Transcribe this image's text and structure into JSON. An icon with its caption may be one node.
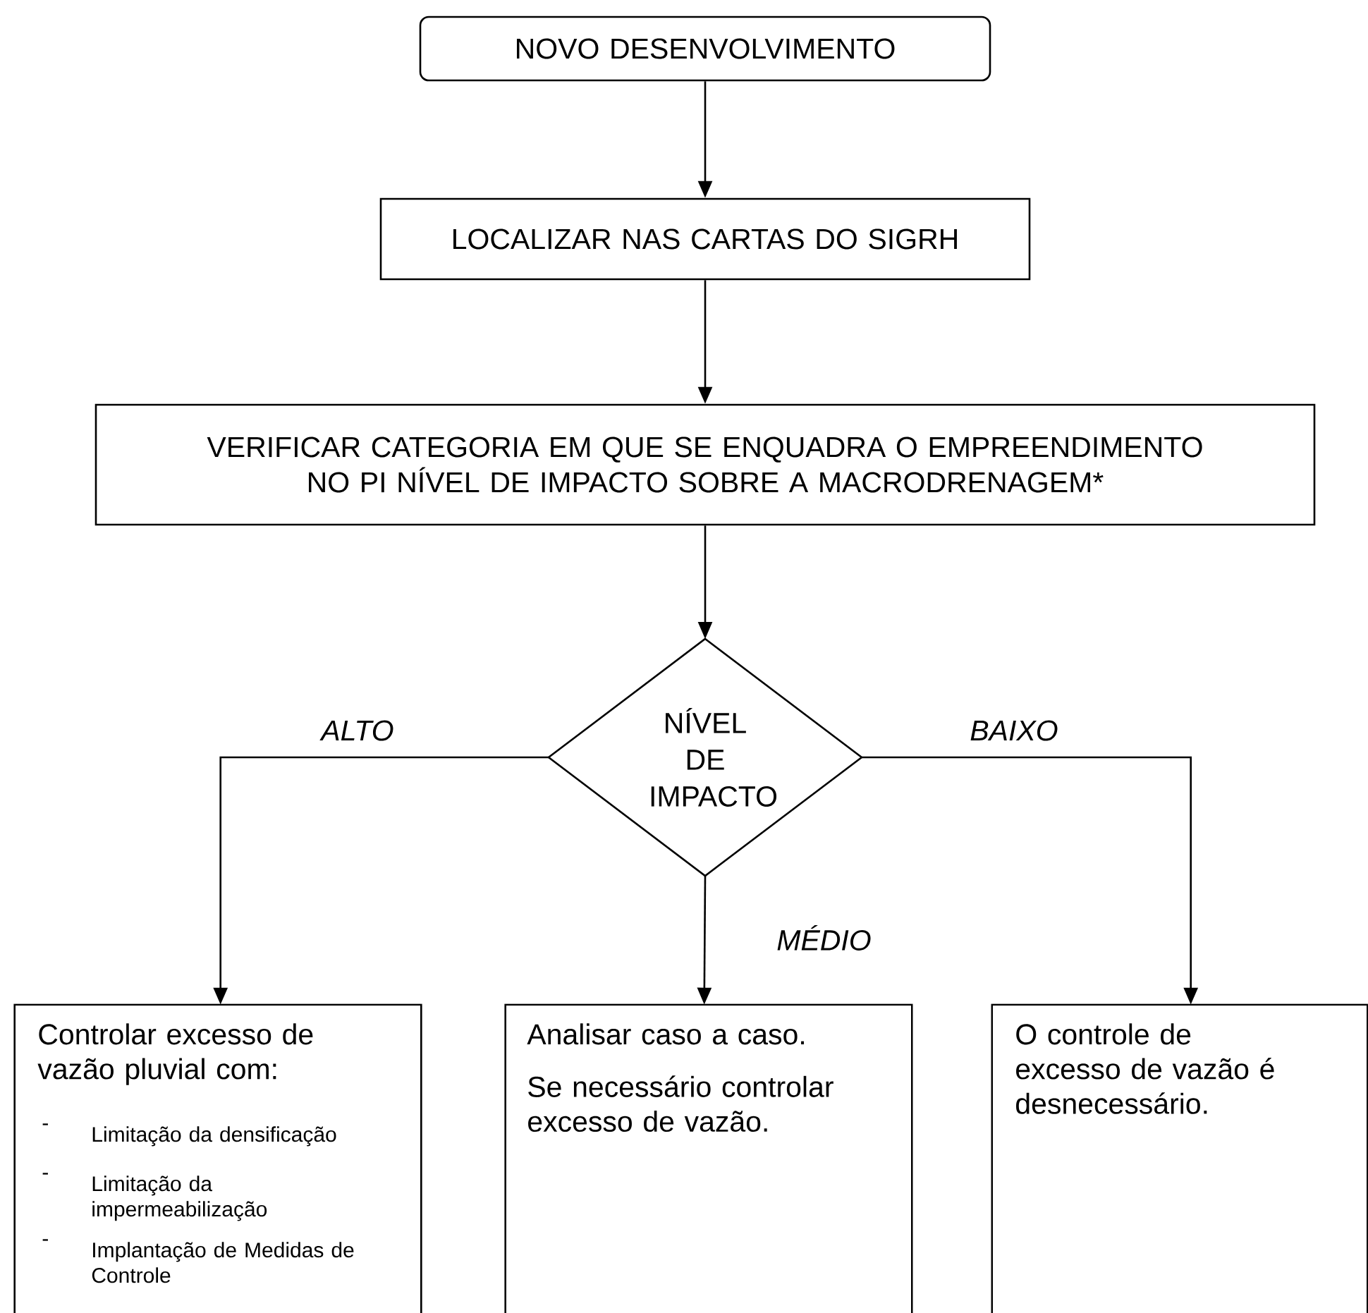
{
  "diagram": {
    "nodes": [
      {
        "text": [
          "NOVO DESENVOLVIMENTO"
        ]
      },
      {
        "text": [
          "LOCALIZAR NAS CARTAS DO SIGRH"
        ]
      },
      {
        "text": [
          "VERIFICAR CATEGORIA EM QUE SE ENQUADRA O EMPREENDIMENTO NO PI NÍVEL DE IMPACTO SOBRE A MACRODRENAGEM*"
        ]
      },
      {
        "text": [
          "NÍVEL DE IMPACTO"
        ]
      },
      {
        "text": [
          "Controlar excesso de vazão pluvial com:",
          "-",
          "Limitação da densificação",
          "-",
          "Limitação da impermeabilização",
          "-",
          "Implantação de Medidas de Controle"
        ]
      },
      {
        "text": [
          "Analisar caso a caso.",
          "Se necessário controlar excesso de vazão."
        ]
      },
      {
        "text": [
          "O controle de excesso de vazão é desnecessário."
        ]
      }
    ],
    "edges": [
      {
        "from": 0,
        "to": 1,
        "arrow": "to"
      },
      {
        "from": 1,
        "to": 2,
        "arrow": "to"
      },
      {
        "from": 2,
        "to": 3,
        "arrow": "to"
      },
      {
        "from": 3,
        "to": 4,
        "arrow": "to",
        "label": "ALTO"
      },
      {
        "from": 3,
        "to": 5,
        "arrow": "to",
        "label": "MÉDIO"
      },
      {
        "from": 3,
        "to": 6,
        "arrow": "to",
        "label": "BAIXO"
      }
    ]
  }
}
